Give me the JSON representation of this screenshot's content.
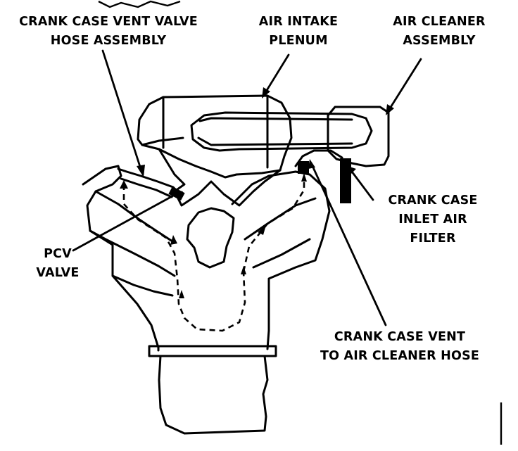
{
  "labels": {
    "crank_case_vent_valve_hose": {
      "line1": "CRANK CASE VENT VALVE",
      "line2": "HOSE ASSEMBLY"
    },
    "air_intake_plenum": {
      "line1": "AIR INTAKE",
      "line2": "PLENUM"
    },
    "air_cleaner_assembly": {
      "line1": "AIR CLEANER",
      "line2": "ASSEMBLY"
    },
    "crank_case_inlet_air_filter": {
      "line1": "CRANK CASE",
      "line2": "INLET AIR",
      "line3": "FILTER"
    },
    "pcv_valve": {
      "line1": "PCV",
      "line2": "VALVE"
    },
    "crank_case_vent_to_air_cleaner_hose": {
      "line1": "CRANK CASE VENT",
      "line2": "TO AIR CLEANER HOSE"
    }
  },
  "colors": {
    "ink": "#000000",
    "paper": "#ffffff"
  }
}
